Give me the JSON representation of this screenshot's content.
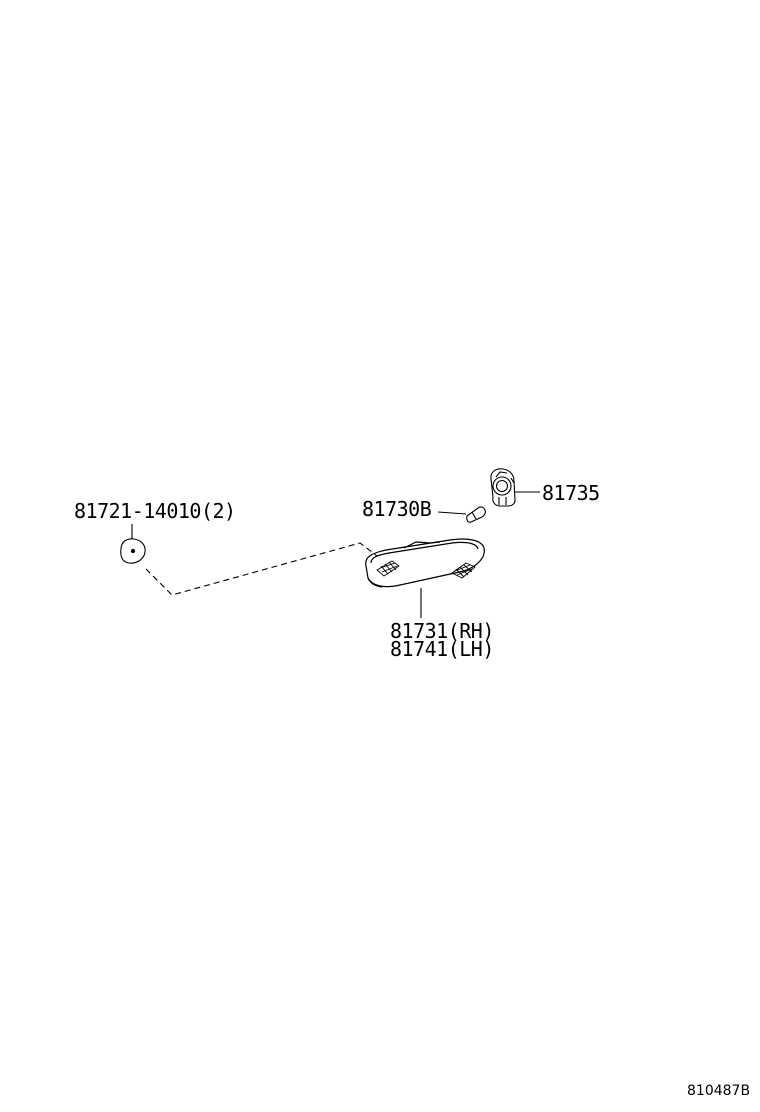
{
  "labels": {
    "bulb_socket": "81735",
    "bulb": "81730B",
    "clip": "81721-14010(2)",
    "lens_rh": "81731(RH)",
    "lens_lh": "81741(LH)"
  },
  "figure_code": "810487B"
}
